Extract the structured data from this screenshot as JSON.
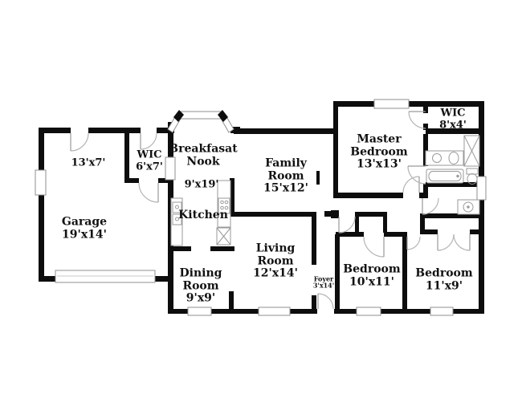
{
  "meta": {
    "type": "residential-floor-plan"
  },
  "colors": {
    "wall": "#0d0d0d",
    "window_line": "#8f8f8f",
    "fixture_line": "#9a9a9a",
    "door_arc": "#b5b5b5",
    "text": "#111111",
    "background": "#ffffff"
  },
  "rooms": {
    "storage": {
      "dims": "13'x7'"
    },
    "wic_left": {
      "name": "WIC",
      "dims": "6'x7'"
    },
    "breakfast_nook": {
      "name": "Breakfasat Nook"
    },
    "kitchen": {
      "name": "Kitchen",
      "dims": "9'x19'"
    },
    "garage": {
      "name": "Garage",
      "dims": "19'x14'"
    },
    "family_room": {
      "name": "Family Room",
      "dims": "15'x12'"
    },
    "master_bedroom": {
      "name": "Master Bedroom",
      "dims": "13'x13'"
    },
    "wic_master": {
      "name": "WIC",
      "dims": "8'x4'"
    },
    "living_room": {
      "name": "Living Room",
      "dims": "12'x14'"
    },
    "dining_room": {
      "name": "Dining Room",
      "dims": "9'x9'"
    },
    "foyer": {
      "name": "Foyer",
      "dims": "3'x14'"
    },
    "bedroom_1": {
      "name": "Bedroom",
      "dims": "10'x11'"
    },
    "bedroom_2": {
      "name": "Bedroom",
      "dims": "11'x9'"
    }
  }
}
